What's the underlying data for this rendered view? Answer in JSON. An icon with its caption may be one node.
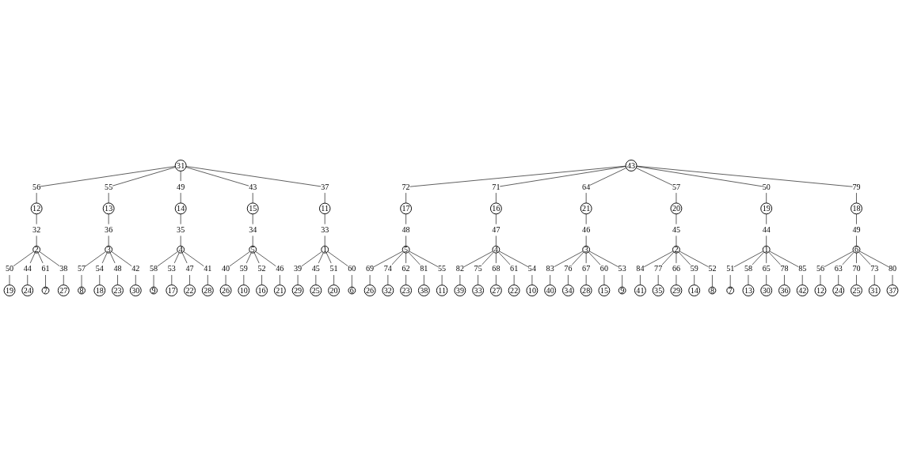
{
  "diagram": {
    "nodes": [
      {
        "text": [
          "19"
        ]
      },
      {
        "text": [
          "24"
        ]
      },
      {
        "text": [
          "2"
        ]
      },
      {
        "text": [
          "7"
        ]
      },
      {
        "text": [
          "27"
        ]
      },
      {
        "text": [
          "8"
        ]
      },
      {
        "text": [
          "18"
        ]
      },
      {
        "text": [
          "25"
        ]
      },
      {
        "text": [
          "29"
        ]
      },
      {
        "text": [
          "12"
        ]
      },
      {
        "text": [
          "1"
        ]
      },
      {
        "text": [
          "3"
        ]
      },
      {
        "text": [
          "20"
        ]
      },
      {
        "text": [
          "11"
        ]
      },
      {
        "text": [
          "31"
        ]
      },
      {
        "text": [
          "13"
        ]
      },
      {
        "text": [
          "23"
        ]
      },
      {
        "text": [
          "6"
        ]
      },
      {
        "text": [
          "30"
        ]
      },
      {
        "text": [
          "15"
        ]
      },
      {
        "text": [
          "14"
        ]
      },
      {
        "text": [
          "26"
        ]
      },
      {
        "text": [
          "9"
        ]
      },
      {
        "text": [
          "5"
        ]
      },
      {
        "text": [
          "10"
        ]
      },
      {
        "text": [
          "28"
        ]
      },
      {
        "text": [
          "4"
        ]
      },
      {
        "text": [
          "17"
        ]
      },
      {
        "text": [
          "21"
        ]
      },
      {
        "text": [
          "16"
        ]
      },
      {
        "text": [
          "22"
        ]
      },
      {
        "text": [
          "26"
        ]
      },
      {
        "text": [
          "32"
        ]
      },
      {
        "text": [
          "23"
        ]
      },
      {
        "text": [
          "5"
        ]
      },
      {
        "text": [
          "38"
        ]
      },
      {
        "text": [
          "11"
        ]
      },
      {
        "text": [
          "24"
        ]
      },
      {
        "text": [
          "12"
        ]
      },
      {
        "text": [
          "39"
        ]
      },
      {
        "text": [
          "33"
        ]
      },
      {
        "text": [
          "27"
        ]
      },
      {
        "text": [
          "25"
        ]
      },
      {
        "text": [
          "6"
        ]
      },
      {
        "text": [
          "4"
        ]
      },
      {
        "text": [
          "22"
        ]
      },
      {
        "text": [
          "31"
        ]
      },
      {
        "text": [
          "17"
        ]
      },
      {
        "text": [
          "18"
        ]
      },
      {
        "text": [
          "16"
        ]
      },
      {
        "text": [
          "37"
        ]
      },
      {
        "text": [
          "10"
        ]
      },
      {
        "text": [
          "43"
        ]
      },
      {
        "text": [
          "7"
        ]
      },
      {
        "text": [
          "19"
        ]
      },
      {
        "text": [
          "21"
        ]
      },
      {
        "text": [
          "40"
        ]
      },
      {
        "text": [
          "1"
        ]
      },
      {
        "text": [
          "13"
        ]
      },
      {
        "text": [
          "20"
        ]
      },
      {
        "text": [
          "3"
        ]
      },
      {
        "text": [
          "34"
        ]
      },
      {
        "text": [
          "30"
        ]
      },
      {
        "text": [
          "28"
        ]
      },
      {
        "text": [
          "36"
        ]
      },
      {
        "text": [
          "42"
        ]
      },
      {
        "text": [
          "9"
        ]
      },
      {
        "text": [
          "15"
        ]
      },
      {
        "text": [
          "8"
        ]
      },
      {
        "text": [
          "2"
        ]
      },
      {
        "text": [
          "41"
        ]
      },
      {
        "text": [
          "14"
        ]
      },
      {
        "text": [
          "35"
        ]
      },
      {
        "text": [
          "29"
        ]
      }
    ],
    "edges": [
      {
        "from": 14,
        "to": 9,
        "label": "56",
        "arrow": "none"
      },
      {
        "from": 9,
        "to": 2,
        "label": "32",
        "arrow": "none"
      },
      {
        "from": 2,
        "to": 0,
        "label": "50",
        "arrow": "none"
      },
      {
        "from": 2,
        "to": 1,
        "label": "44",
        "arrow": "none"
      },
      {
        "from": 2,
        "to": 3,
        "label": "61",
        "arrow": "none"
      },
      {
        "from": 2,
        "to": 4,
        "label": "38",
        "arrow": "none"
      },
      {
        "from": 14,
        "to": 15,
        "label": "55",
        "arrow": "none"
      },
      {
        "from": 15,
        "to": 11,
        "label": "36",
        "arrow": "none"
      },
      {
        "from": 11,
        "to": 5,
        "label": "57",
        "arrow": "none"
      },
      {
        "from": 11,
        "to": 6,
        "label": "54",
        "arrow": "none"
      },
      {
        "from": 11,
        "to": 16,
        "label": "48",
        "arrow": "none"
      },
      {
        "from": 11,
        "to": 18,
        "label": "42",
        "arrow": "none"
      },
      {
        "from": 14,
        "to": 20,
        "label": "49",
        "arrow": "none"
      },
      {
        "from": 20,
        "to": 26,
        "label": "35",
        "arrow": "none"
      },
      {
        "from": 26,
        "to": 22,
        "label": "58",
        "arrow": "none"
      },
      {
        "from": 26,
        "to": 27,
        "label": "53",
        "arrow": "none"
      },
      {
        "from": 26,
        "to": 30,
        "label": "47",
        "arrow": "none"
      },
      {
        "from": 26,
        "to": 25,
        "label": "41",
        "arrow": "none"
      },
      {
        "from": 14,
        "to": 19,
        "label": "43",
        "arrow": "none"
      },
      {
        "from": 19,
        "to": 23,
        "label": "34",
        "arrow": "none"
      },
      {
        "from": 23,
        "to": 21,
        "label": "40",
        "arrow": "none"
      },
      {
        "from": 23,
        "to": 24,
        "label": "59",
        "arrow": "none"
      },
      {
        "from": 23,
        "to": 29,
        "label": "52",
        "arrow": "none"
      },
      {
        "from": 23,
        "to": 28,
        "label": "46",
        "arrow": "none"
      },
      {
        "from": 14,
        "to": 13,
        "label": "37",
        "arrow": "none"
      },
      {
        "from": 13,
        "to": 10,
        "label": "33",
        "arrow": "none"
      },
      {
        "from": 10,
        "to": 8,
        "label": "39",
        "arrow": "none"
      },
      {
        "from": 10,
        "to": 7,
        "label": "45",
        "arrow": "none"
      },
      {
        "from": 10,
        "to": 12,
        "label": "51",
        "arrow": "none"
      },
      {
        "from": 10,
        "to": 17,
        "label": "60",
        "arrow": "none"
      },
      {
        "from": 52,
        "to": 47,
        "label": "72",
        "arrow": "none"
      },
      {
        "from": 47,
        "to": 34,
        "label": "48",
        "arrow": "none"
      },
      {
        "from": 34,
        "to": 31,
        "label": "69",
        "arrow": "none"
      },
      {
        "from": 34,
        "to": 32,
        "label": "74",
        "arrow": "none"
      },
      {
        "from": 34,
        "to": 33,
        "label": "62",
        "arrow": "none"
      },
      {
        "from": 34,
        "to": 35,
        "label": "81",
        "arrow": "none"
      },
      {
        "from": 34,
        "to": 36,
        "label": "55",
        "arrow": "none"
      },
      {
        "from": 52,
        "to": 49,
        "label": "71",
        "arrow": "none"
      },
      {
        "from": 49,
        "to": 44,
        "label": "47",
        "arrow": "none"
      },
      {
        "from": 44,
        "to": 39,
        "label": "82",
        "arrow": "none"
      },
      {
        "from": 44,
        "to": 40,
        "label": "75",
        "arrow": "none"
      },
      {
        "from": 44,
        "to": 41,
        "label": "68",
        "arrow": "none"
      },
      {
        "from": 44,
        "to": 45,
        "label": "61",
        "arrow": "none"
      },
      {
        "from": 44,
        "to": 51,
        "label": "54",
        "arrow": "none"
      },
      {
        "from": 52,
        "to": 55,
        "label": "64",
        "arrow": "none"
      },
      {
        "from": 55,
        "to": 60,
        "label": "46",
        "arrow": "none"
      },
      {
        "from": 60,
        "to": 56,
        "label": "83",
        "arrow": "none"
      },
      {
        "from": 60,
        "to": 61,
        "label": "76",
        "arrow": "none"
      },
      {
        "from": 60,
        "to": 63,
        "label": "67",
        "arrow": "none"
      },
      {
        "from": 60,
        "to": 67,
        "label": "60",
        "arrow": "none"
      },
      {
        "from": 60,
        "to": 66,
        "label": "53",
        "arrow": "none"
      },
      {
        "from": 52,
        "to": 59,
        "label": "57",
        "arrow": "none"
      },
      {
        "from": 59,
        "to": 69,
        "label": "45",
        "arrow": "none"
      },
      {
        "from": 69,
        "to": 70,
        "label": "84",
        "arrow": "none"
      },
      {
        "from": 69,
        "to": 72,
        "label": "77",
        "arrow": "none"
      },
      {
        "from": 69,
        "to": 73,
        "label": "66",
        "arrow": "none"
      },
      {
        "from": 69,
        "to": 71,
        "label": "59",
        "arrow": "none"
      },
      {
        "from": 69,
        "to": 68,
        "label": "52",
        "arrow": "none"
      },
      {
        "from": 52,
        "to": 54,
        "label": "50",
        "arrow": "none"
      },
      {
        "from": 54,
        "to": 57,
        "label": "44",
        "arrow": "none"
      },
      {
        "from": 57,
        "to": 53,
        "label": "51",
        "arrow": "none"
      },
      {
        "from": 57,
        "to": 58,
        "label": "58",
        "arrow": "none"
      },
      {
        "from": 57,
        "to": 62,
        "label": "65",
        "arrow": "none"
      },
      {
        "from": 57,
        "to": 64,
        "label": "78",
        "arrow": "none"
      },
      {
        "from": 57,
        "to": 65,
        "label": "85",
        "arrow": "none"
      },
      {
        "from": 52,
        "to": 48,
        "label": "79",
        "arrow": "none"
      },
      {
        "from": 48,
        "to": 43,
        "label": "49",
        "arrow": "none"
      },
      {
        "from": 43,
        "to": 38,
        "label": "56",
        "arrow": "none"
      },
      {
        "from": 43,
        "to": 37,
        "label": "63",
        "arrow": "none"
      },
      {
        "from": 43,
        "to": 42,
        "label": "70",
        "arrow": "none"
      },
      {
        "from": 43,
        "to": 46,
        "label": "73",
        "arrow": "none"
      },
      {
        "from": 43,
        "to": 50,
        "label": "80",
        "arrow": "none"
      }
    ]
  }
}
